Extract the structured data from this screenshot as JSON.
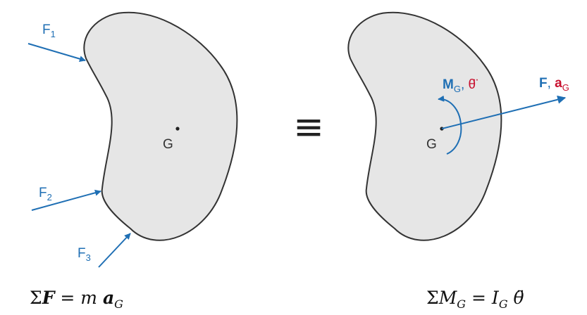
{
  "colors": {
    "body_fill": "#e6e6e6",
    "outline": "#333333",
    "force_arrow": "#1f6fb4",
    "acceleration_label": "#c8102e"
  },
  "left_body": {
    "forces": [
      {
        "name": "F",
        "sub": "1"
      },
      {
        "name": "F",
        "sub": "2"
      },
      {
        "name": "F",
        "sub": "3"
      }
    ],
    "center_label": "G",
    "equation": {
      "sigma": "Σ",
      "lhs": "F",
      "eq": " = ",
      "m": "m",
      "a": "a",
      "sub": "G"
    }
  },
  "equivalence_symbol": "≡",
  "right_body": {
    "center_label": "G",
    "moment": {
      "name": "M",
      "sub": "G",
      "sep": ", ",
      "theta": "θ̈"
    },
    "resultant": {
      "name": "F",
      "sep": ", ",
      "a": "a",
      "sub": "G"
    },
    "equation": {
      "sigma": "Σ",
      "m": "M",
      "m_sub": "G",
      "eq": " = ",
      "i": "I",
      "i_sub": "G",
      "theta": "θ̈"
    }
  }
}
